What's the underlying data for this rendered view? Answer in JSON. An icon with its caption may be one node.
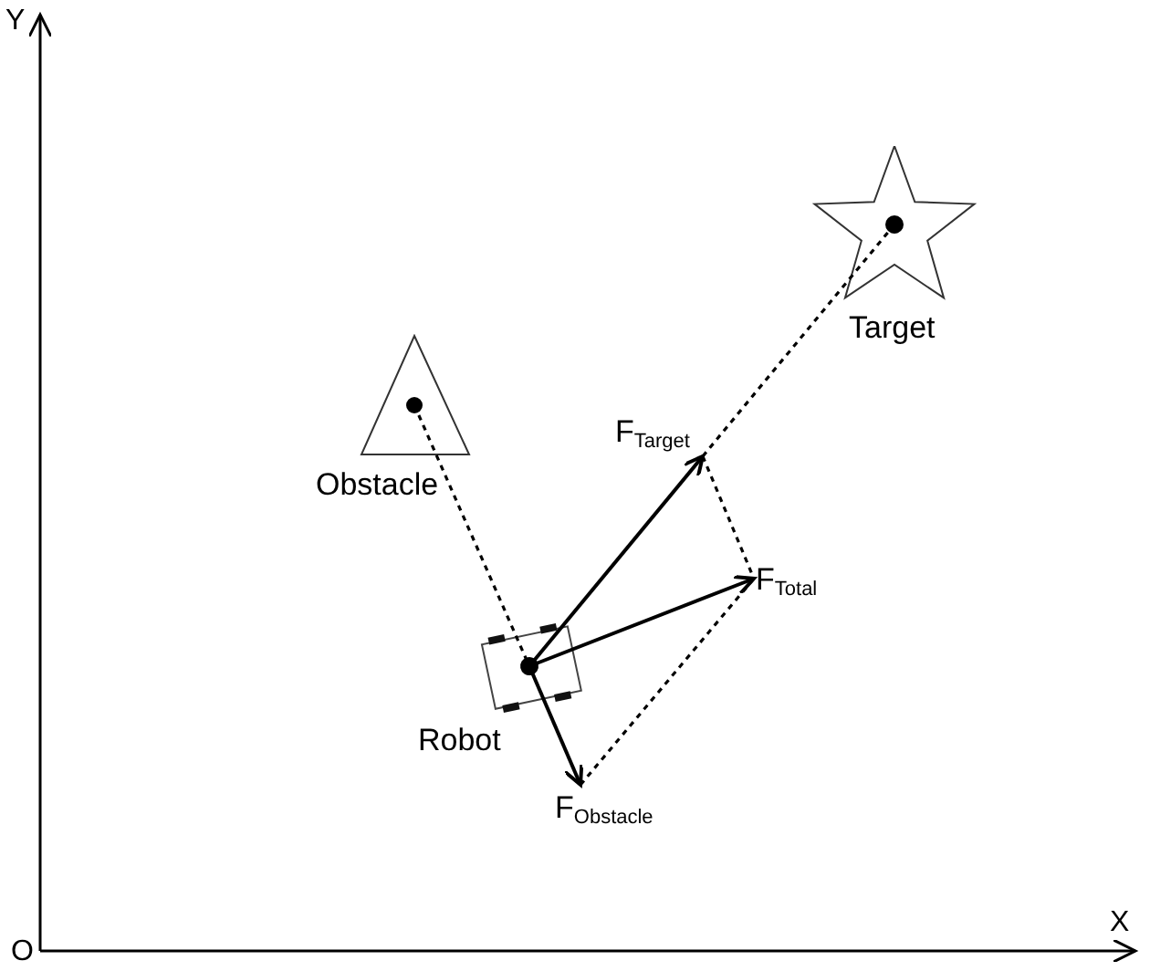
{
  "diagram": {
    "nodes": [
      {
        "text": [],
        "shape": "star",
        "beside": [
          "Target"
        ]
      },
      {
        "text": [],
        "shape": "triangle",
        "beside": [
          "Obstacle"
        ]
      },
      {
        "text": [],
        "shape": "box",
        "beside": [
          "Robot"
        ]
      },
      {
        "text": [
          "F$_{Target}$"
        ]
      },
      {
        "text": [
          "F$_{Total}$"
        ]
      },
      {
        "text": [
          "F$_{Obstacle}$"
        ]
      }
    ],
    "edges": [
      {
        "from": 2,
        "to": 3,
        "arrow": "to"
      },
      {
        "from": 2,
        "to": 4,
        "arrow": "to"
      },
      {
        "from": 2,
        "to": 5,
        "arrow": "to"
      },
      {
        "from": 1,
        "to": 2,
        "arrow": "none",
        "style": "dashed"
      },
      {
        "from": 3,
        "to": 0,
        "arrow": "none",
        "style": "dashed"
      },
      {
        "from": 3,
        "to": 4,
        "arrow": "none",
        "style": "dashed"
      },
      {
        "from": 5,
        "to": 4,
        "arrow": "none",
        "style": "dashed"
      }
    ],
    "labels": [
      "Y",
      "X",
      "O"
    ]
  }
}
